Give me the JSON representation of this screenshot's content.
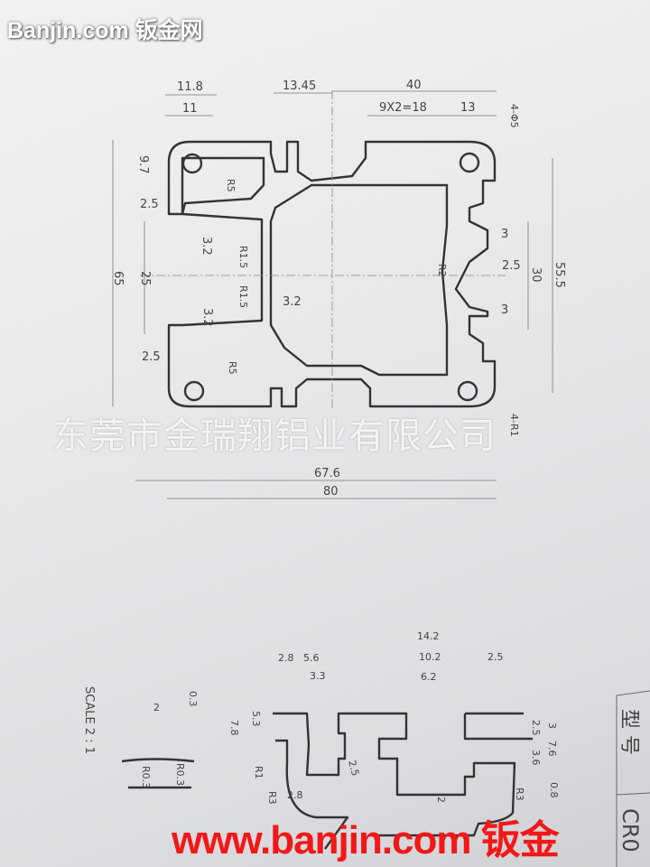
{
  "watermarks": {
    "site_top": "Banjin.com 钣金网",
    "company": "东莞市金瑞翔铝业有限公司",
    "site_bottom": "www.banjin.com 钣金"
  },
  "main_profile": {
    "top_dims": [
      "11.8",
      "11",
      "13.45",
      "40",
      "9X2=18",
      "13",
      "4-Φ5"
    ],
    "left_dims": [
      "9.7",
      "2.5",
      "3.2",
      "R1.5",
      "65",
      "25",
      "R1.5",
      "3.2",
      "3.2",
      "2.5",
      "R5",
      "R5"
    ],
    "right_dims": [
      "3",
      "R2",
      "2.5",
      "30",
      "55.5",
      "3",
      "4-R1"
    ],
    "bottom_dims": [
      "67.6",
      "80"
    ]
  },
  "detail": {
    "scale": "SCALE 2 : 1",
    "small_dims": [
      "2",
      "0.3",
      "R0.3",
      "R0.3"
    ],
    "slot_dims": [
      "2.8",
      "5.6",
      "3.3",
      "5.3",
      "7.8",
      "R1",
      "R3",
      "2.8",
      "2.5"
    ],
    "right_dims": [
      "14.2",
      "10.2",
      "6.2",
      "2.5",
      "3",
      "2.5",
      "3.6",
      "7.6",
      "0.8",
      "R3",
      "2"
    ]
  },
  "title_block": {
    "model_label": "型 号",
    "model_value": "CR0"
  }
}
